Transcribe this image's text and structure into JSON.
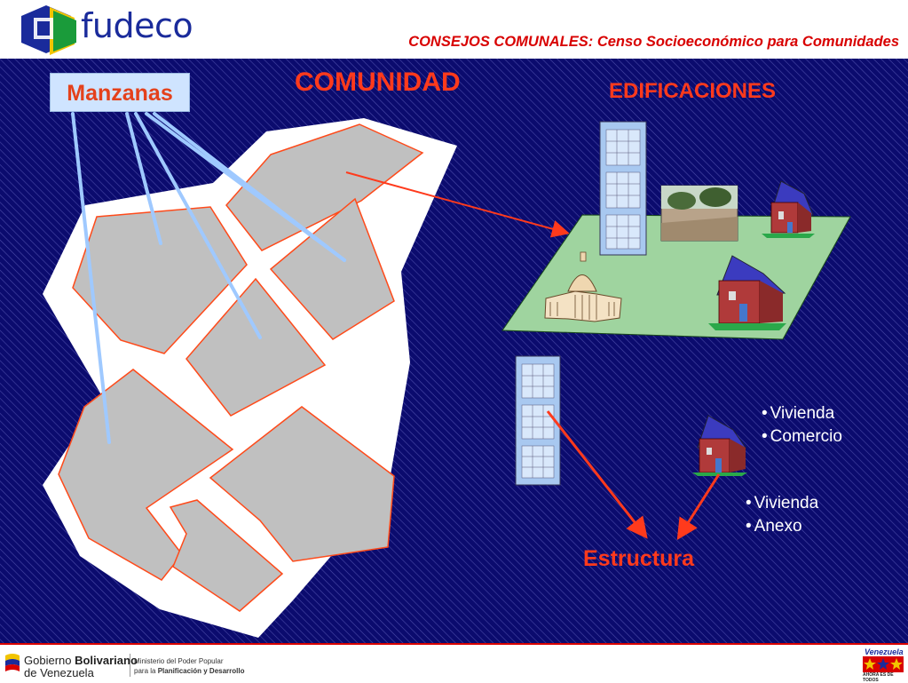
{
  "header": {
    "logo_text": "fudeco",
    "title": "CONSEJOS COMUNALES: Censo Socioeconómico para Comunidades"
  },
  "diagram": {
    "manzanas_label": "Manzanas",
    "comunidad_label": "COMUNIDAD",
    "edificaciones_label": "EDIFICACIONES",
    "estructura_label": "Estructura",
    "house_types": [
      "Vivienda",
      "Comercio"
    ],
    "annex_types": [
      "Vivienda",
      "Anexo"
    ]
  },
  "footer": {
    "gov_line1_a": "Gobierno ",
    "gov_line1_b": "Bolivariano",
    "gov_line2": "de Venezuela",
    "ministry_line1": "Ministerio del Poder Popular",
    "ministry_line2_a": "para la ",
    "ministry_line2_b": "Planificación y Desarrollo",
    "badge_word": "Venezuela",
    "badge_sub": "AHORA ES DE TODOS"
  },
  "colors": {
    "background": "#0b0b6e",
    "title_red": "#d80000",
    "label_red": "#ff3a1c",
    "block_fill": "#c0c0c0",
    "block_outline": "#ff4a1a",
    "pointer_line": "#9fc9ff",
    "plot_green": "#9fd49f"
  }
}
